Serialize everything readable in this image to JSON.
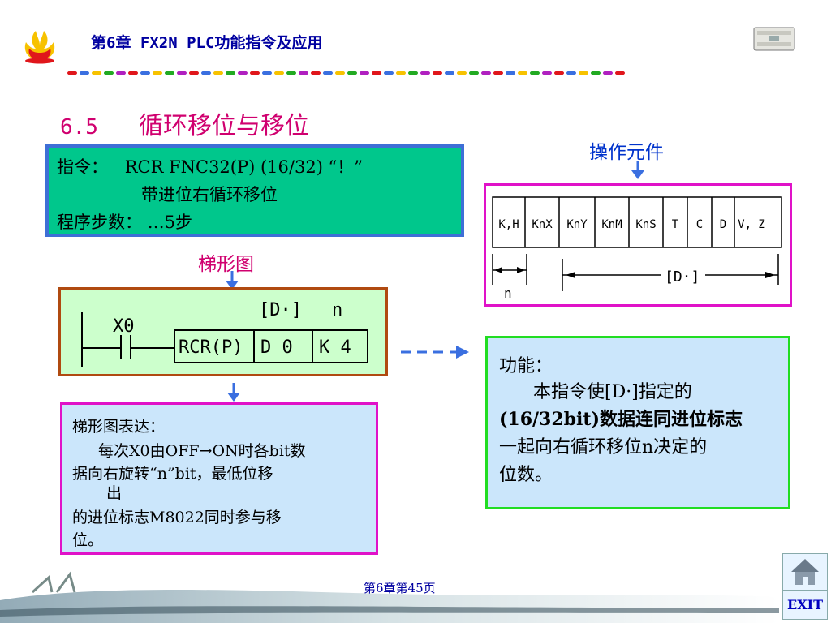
{
  "header": {
    "chapter_title": "第6章   FX2N PLC功能指令及应用"
  },
  "section": {
    "number": "6.5",
    "title": "循环移位与移位"
  },
  "instruction_box": {
    "line1_label": "指令：",
    "line1_value": "RCR FNC32(P) (16/32) “！”",
    "line2": "带进位右循环移位",
    "line3": "程序步数：  …5步"
  },
  "labels": {
    "ladder": "梯形图",
    "operand": "操作元件"
  },
  "ladder": {
    "contact": "X0",
    "instruction": "RCR(P)",
    "operand_d": "D 0",
    "operand_n": "K 4",
    "header_d": "[D·]",
    "header_n": "n"
  },
  "operand_table": {
    "cells": [
      "K,H",
      "KnX",
      "KnY",
      "KnM",
      "KnS",
      "T",
      "C",
      "D",
      "V, Z"
    ],
    "n_label": "n",
    "d_label": "[D·]"
  },
  "function_box": {
    "title": "功能：",
    "line1": "本指令使[D·]指定的",
    "line2": "(16/32bit)数据连同进位标志",
    "line3": "一起向右循环移位n决定的",
    "line4": "位数。"
  },
  "expression_box": {
    "title": "梯形图表达：",
    "line1": "每次X0由OFF→ON时各bit数",
    "line2": "据向右旋转“n”bit，最低位移",
    "line3": "出",
    "line4": "的进位标志M8022同时参与移",
    "line5": "位。"
  },
  "footer": {
    "page": "第6章第45页",
    "exit": "EXIT"
  },
  "icons": {
    "logo": "company-logo-icon",
    "plc": "plc-device-icon",
    "home": "home-icon"
  },
  "colors": {
    "title_blue": "#0000a0",
    "section_pink": "#d0006f",
    "instr_green": "#00c78c",
    "func_bg": "#cbe6fb"
  }
}
